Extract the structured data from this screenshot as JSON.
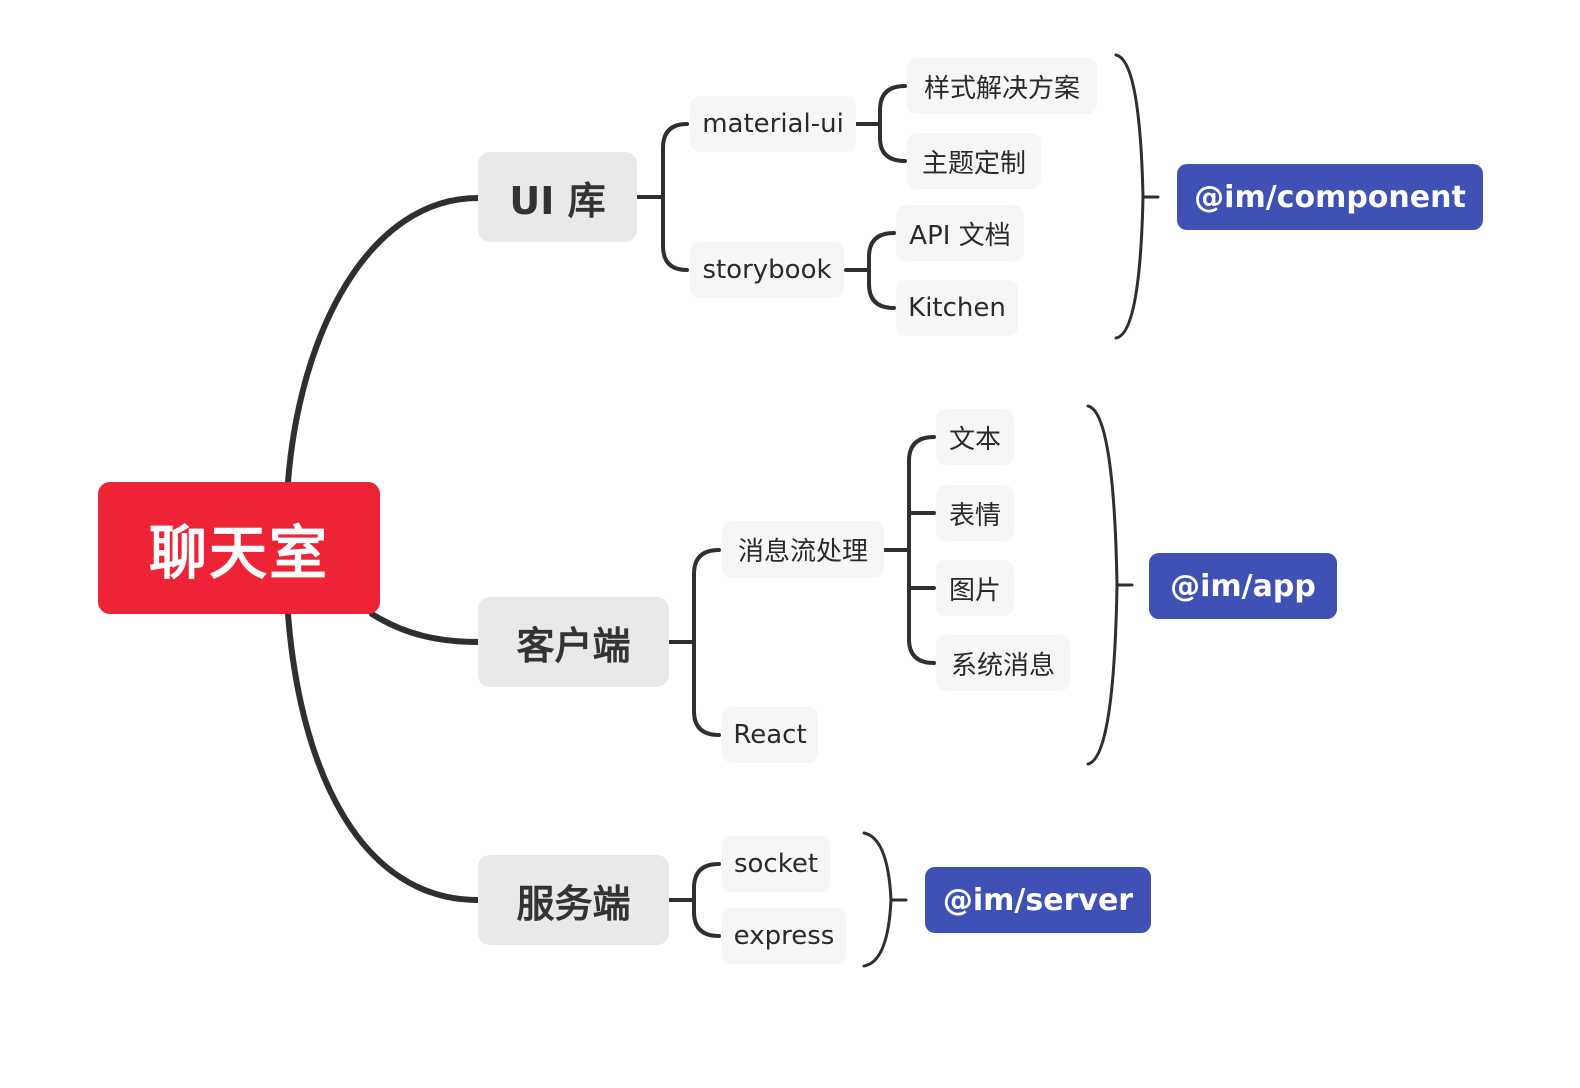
{
  "root": {
    "label": "聊天室",
    "color": "#ee2436"
  },
  "branches": {
    "ui": {
      "label": "UI 库",
      "children": {
        "material": {
          "label": "material-ui",
          "items": [
            "样式解决方案",
            "主题定制"
          ]
        },
        "storybook": {
          "label": "storybook",
          "items": [
            "API 文档",
            "Kitchen"
          ]
        }
      },
      "package": "@im/component"
    },
    "client": {
      "label": "客户端",
      "children": {
        "stream": {
          "label": "消息流处理",
          "items": [
            "文本",
            "表情",
            "图片",
            "系统消息"
          ]
        },
        "react": {
          "label": "React"
        }
      },
      "package": "@im/app"
    },
    "server": {
      "label": "服务端",
      "children": {
        "items": [
          "socket",
          "express"
        ]
      },
      "package": "@im/server"
    }
  },
  "colors": {
    "tag": "#3f51b5",
    "main_node": "#e9e9e9",
    "sub_node": "#f6f6f6",
    "line": "#2f2f2f"
  }
}
